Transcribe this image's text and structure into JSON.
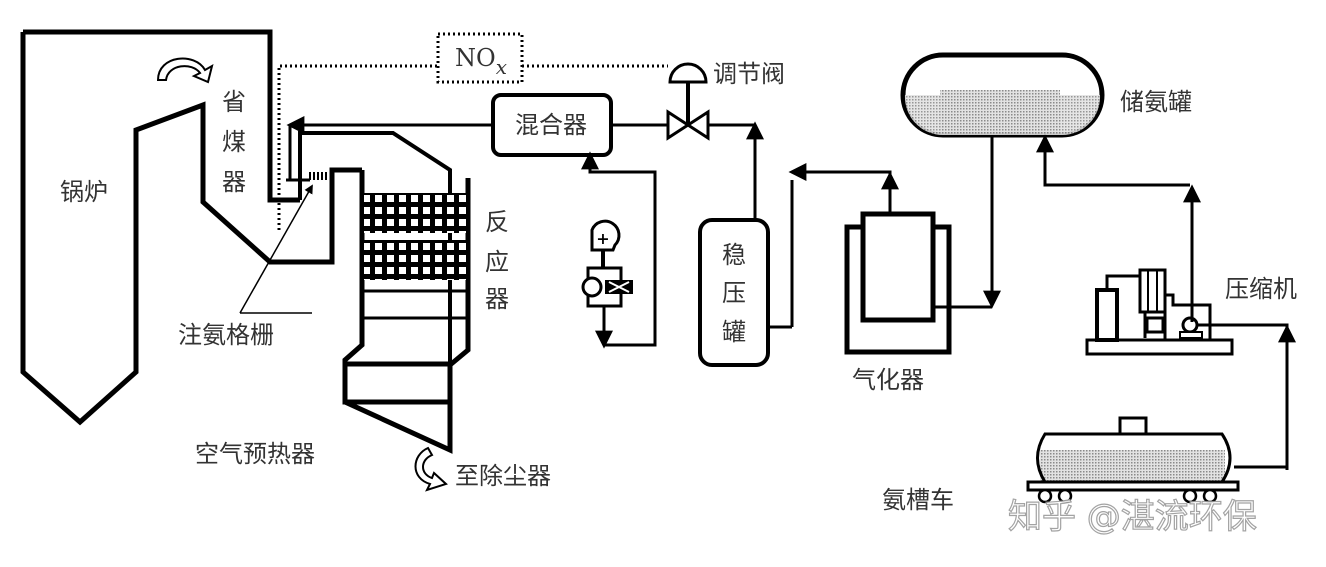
{
  "diagram": {
    "title": "SCR denitrification ammonia supply process",
    "labels": {
      "boiler": "锅炉",
      "economizer": [
        "省",
        "煤",
        "器"
      ],
      "reactor": [
        "反",
        "应",
        "器"
      ],
      "ammonia_injection_grid": "注氨格栅",
      "air_preheater": "空气预热器",
      "to_dust_collector": "至除尘器",
      "mixer": "混合器",
      "control_valve": "调节阀",
      "nox": "NO",
      "nox_sub": "x",
      "surge_tank": [
        "稳",
        "压",
        "罐"
      ],
      "vaporizer": "气化器",
      "ammonia_storage_tank": "储氨罐",
      "compressor": "压缩机",
      "ammonia_tanker": "氨槽车"
    },
    "watermark": "知乎 @湛流环保",
    "colors": {
      "line": "#000000",
      "text": "#333333",
      "liquid_fill": "#bdbdbd",
      "background": "#ffffff"
    }
  }
}
